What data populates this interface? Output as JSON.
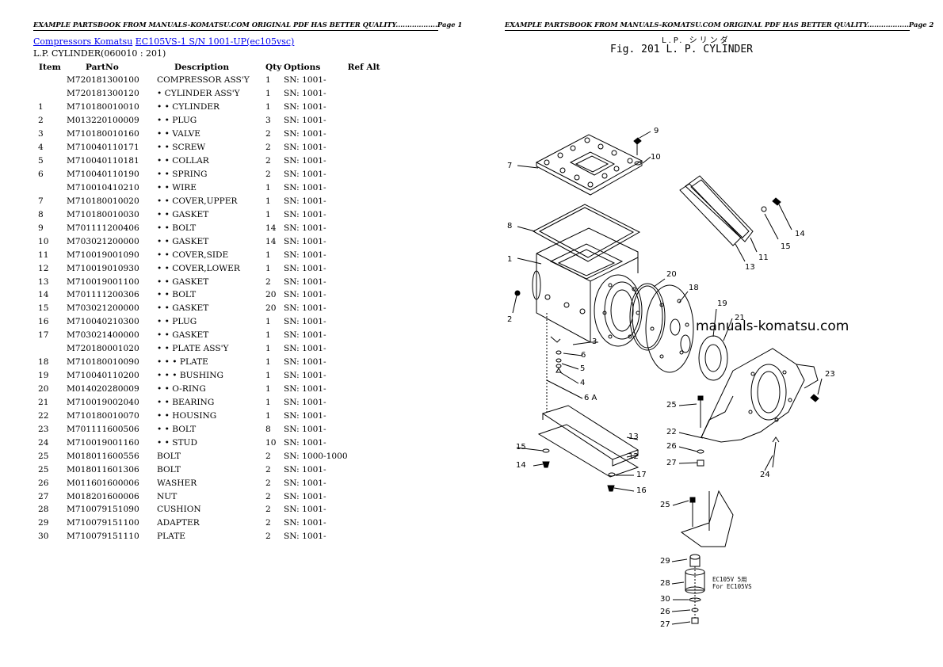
{
  "header": {
    "left": "EXAMPLE PARTSBOOK FROM MANUALS-KOMATSU.COM ORIGINAL PDF HAS BETTER QUALITY..................Page 1",
    "right": "EXAMPLE PARTSBOOK FROM MANUALS-KOMATSU.COM ORIGINAL PDF HAS BETTER QUALITY..................Page 2"
  },
  "breadcrumb": {
    "link1": "Compressors Komatsu",
    "link2": "EC105VS-1 S/N 1001-UP(ec105vsc)"
  },
  "subtitle": "L.P. CYLINDER(060010 : 201)",
  "table": {
    "headers": {
      "item": "Item",
      "partno": "PartNo",
      "description": "Description",
      "qty": "Qty",
      "options": "Options",
      "refalt": "Ref Alt"
    },
    "rows": [
      {
        "item": "",
        "partno": "M720181300100",
        "desc": "COMPRESSOR ASS'Y",
        "qty": "1",
        "opt": "SN: 1001-"
      },
      {
        "item": "",
        "partno": "M720181300120",
        "desc": "• CYLINDER ASS'Y",
        "qty": "1",
        "opt": "SN: 1001-"
      },
      {
        "item": "1",
        "partno": "M710180010010",
        "desc": "• • CYLINDER",
        "qty": "1",
        "opt": "SN: 1001-"
      },
      {
        "item": "2",
        "partno": "M013220100009",
        "desc": "• • PLUG",
        "qty": "3",
        "opt": "SN: 1001-"
      },
      {
        "item": "3",
        "partno": "M710180010160",
        "desc": "• • VALVE",
        "qty": "2",
        "opt": "SN: 1001-"
      },
      {
        "item": "4",
        "partno": "M710040110171",
        "desc": "• • SCREW",
        "qty": "2",
        "opt": "SN: 1001-"
      },
      {
        "item": "5",
        "partno": "M710040110181",
        "desc": "• • COLLAR",
        "qty": "2",
        "opt": "SN: 1001-"
      },
      {
        "item": "6",
        "partno": "M710040110190",
        "desc": "• • SPRING",
        "qty": "2",
        "opt": "SN: 1001-"
      },
      {
        "item": "",
        "partno": "M710010410210",
        "desc": "• • WIRE",
        "qty": "1",
        "opt": "SN: 1001-"
      },
      {
        "item": "7",
        "partno": "M710180010020",
        "desc": "• • COVER,UPPER",
        "qty": "1",
        "opt": "SN: 1001-"
      },
      {
        "item": "8",
        "partno": "M710180010030",
        "desc": "• • GASKET",
        "qty": "1",
        "opt": "SN: 1001-"
      },
      {
        "item": "9",
        "partno": "M701111200406",
        "desc": "• • BOLT",
        "qty": "14",
        "opt": "SN: 1001-"
      },
      {
        "item": "10",
        "partno": "M703021200000",
        "desc": "• • GASKET",
        "qty": "14",
        "opt": "SN: 1001-"
      },
      {
        "item": "11",
        "partno": "M710019001090",
        "desc": "• • COVER,SIDE",
        "qty": "1",
        "opt": "SN: 1001-"
      },
      {
        "item": "12",
        "partno": "M710019010930",
        "desc": "• • COVER,LOWER",
        "qty": "1",
        "opt": "SN: 1001-"
      },
      {
        "item": "13",
        "partno": "M710019001100",
        "desc": "• • GASKET",
        "qty": "2",
        "opt": "SN: 1001-"
      },
      {
        "item": "14",
        "partno": "M701111200306",
        "desc": "• • BOLT",
        "qty": "20",
        "opt": "SN: 1001-"
      },
      {
        "item": "15",
        "partno": "M703021200000",
        "desc": "• • GASKET",
        "qty": "20",
        "opt": "SN: 1001-"
      },
      {
        "item": "16",
        "partno": "M710040210300",
        "desc": "• • PLUG",
        "qty": "1",
        "opt": "SN: 1001-"
      },
      {
        "item": "17",
        "partno": "M703021400000",
        "desc": "• • GASKET",
        "qty": "1",
        "opt": "SN: 1001-"
      },
      {
        "item": "",
        "partno": "M720180001020",
        "desc": "• • PLATE ASS'Y",
        "qty": "1",
        "opt": "SN: 1001-"
      },
      {
        "item": "18",
        "partno": "M710180010090",
        "desc": "• • • PLATE",
        "qty": "1",
        "opt": "SN: 1001-"
      },
      {
        "item": "19",
        "partno": "M710040110200",
        "desc": "• • • BUSHING",
        "qty": "1",
        "opt": "SN: 1001-"
      },
      {
        "item": "20",
        "partno": "M014020280009",
        "desc": "• • O-RING",
        "qty": "1",
        "opt": "SN: 1001-"
      },
      {
        "item": "21",
        "partno": "M710019002040",
        "desc": "• • BEARING",
        "qty": "1",
        "opt": "SN: 1001-"
      },
      {
        "item": "22",
        "partno": "M710180010070",
        "desc": "• • HOUSING",
        "qty": "1",
        "opt": "SN: 1001-"
      },
      {
        "item": "23",
        "partno": "M701111600506",
        "desc": "• • BOLT",
        "qty": "8",
        "opt": "SN: 1001-"
      },
      {
        "item": "24",
        "partno": "M710019001160",
        "desc": "• • STUD",
        "qty": "10",
        "opt": "SN: 1001-"
      },
      {
        "item": "25",
        "partno": "M018011600556",
        "desc": "BOLT",
        "qty": "2",
        "opt": "SN: 1000-1000"
      },
      {
        "item": "25",
        "partno": "M018011601306",
        "desc": "BOLT",
        "qty": "2",
        "opt": "SN: 1001-"
      },
      {
        "item": "26",
        "partno": "M011601600006",
        "desc": "WASHER",
        "qty": "2",
        "opt": "SN: 1001-"
      },
      {
        "item": "27",
        "partno": "M018201600006",
        "desc": "NUT",
        "qty": "2",
        "opt": "SN: 1001-"
      },
      {
        "item": "28",
        "partno": "M710079151090",
        "desc": "CUSHION",
        "qty": "2",
        "opt": "SN: 1001-"
      },
      {
        "item": "29",
        "partno": "M710079151100",
        "desc": "ADAPTER",
        "qty": "2",
        "opt": "SN: 1001-"
      },
      {
        "item": "30",
        "partno": "M710079151110",
        "desc": "PLATE",
        "qty": "2",
        "opt": "SN: 1001-"
      }
    ]
  },
  "figure": {
    "jp_label": "L.P.  シリンダ",
    "title": "Fig. 201   L. P. CYLINDER",
    "watermark": "manuals-komatsu.com",
    "note_line1": "EC105V 5用",
    "note_line2": "For EC105VS",
    "callouts": [
      "9",
      "10",
      "7",
      "8",
      "1",
      "2",
      "20",
      "18",
      "19",
      "21",
      "11",
      "13",
      "15",
      "14",
      "3",
      "6",
      "5",
      "4",
      "6 A",
      "23",
      "25",
      "22",
      "26",
      "27",
      "24",
      "13",
      "12",
      "15",
      "14",
      "17",
      "16",
      "25",
      "29",
      "28",
      "30",
      "26",
      "27"
    ]
  }
}
